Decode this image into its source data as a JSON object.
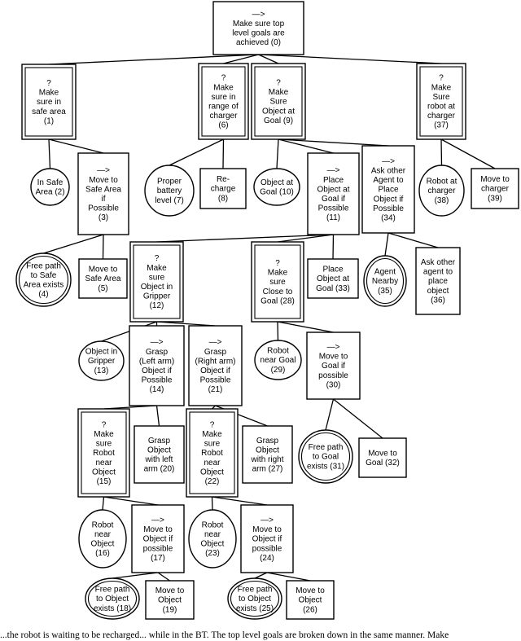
{
  "nodes": [
    {
      "id": "n0",
      "shape": "box",
      "lines": [
        "—>",
        "Make sure top",
        "level goals are",
        "achieved (0)"
      ]
    },
    {
      "id": "n1",
      "shape": "double-box",
      "lines": [
        "?",
        "Make",
        "sure in",
        "safe area",
        "(1)"
      ]
    },
    {
      "id": "n6",
      "shape": "double-box",
      "lines": [
        "?",
        "Make",
        "sure in",
        "range of",
        "charger",
        "(6)"
      ]
    },
    {
      "id": "n9",
      "shape": "double-box",
      "lines": [
        "?",
        "Make",
        "Sure",
        "Object at",
        "Goal (9)"
      ]
    },
    {
      "id": "n37",
      "shape": "double-box",
      "lines": [
        "?",
        "Make",
        "Sure",
        "robot at",
        "charger",
        "(37)"
      ]
    },
    {
      "id": "n2",
      "shape": "ellipse",
      "lines": [
        "In Safe",
        "Area (2)"
      ]
    },
    {
      "id": "n3",
      "shape": "box",
      "lines": [
        "—>",
        "Move to",
        "Safe Area",
        "if",
        "Possible",
        "(3)"
      ]
    },
    {
      "id": "n7",
      "shape": "ellipse",
      "lines": [
        "Proper",
        "battery",
        "level (7)"
      ]
    },
    {
      "id": "n8",
      "shape": "box",
      "lines": [
        "Re-",
        "charge",
        "(8)"
      ]
    },
    {
      "id": "n10",
      "shape": "ellipse",
      "lines": [
        "Object at",
        "Goal (10)"
      ]
    },
    {
      "id": "n11",
      "shape": "box",
      "lines": [
        "—>",
        "Place",
        "Object at",
        "Goal if",
        "Possible",
        "(11)"
      ]
    },
    {
      "id": "n34",
      "shape": "box",
      "lines": [
        "—>",
        "Ask other",
        "Agent to",
        "Place",
        "Object if",
        "Possible",
        "(34)"
      ]
    },
    {
      "id": "n38",
      "shape": "ellipse",
      "lines": [
        "Robot at",
        "charger",
        "(38)"
      ]
    },
    {
      "id": "n39",
      "shape": "box",
      "lines": [
        "Move to",
        "charger",
        "(39)"
      ]
    },
    {
      "id": "n4",
      "shape": "double-ellipse",
      "lines": [
        "Free path",
        "to Safe",
        "Area exists",
        "(4)"
      ]
    },
    {
      "id": "n5",
      "shape": "box",
      "lines": [
        "Move to",
        "Safe Area",
        "(5)"
      ]
    },
    {
      "id": "n12",
      "shape": "double-box",
      "lines": [
        "?",
        "Make",
        "sure",
        "Object in",
        "Gripper",
        "(12)"
      ]
    },
    {
      "id": "n28",
      "shape": "double-box",
      "lines": [
        "?",
        "Make",
        "sure",
        "Close to",
        "Goal (28)"
      ]
    },
    {
      "id": "n33",
      "shape": "box",
      "lines": [
        "Place",
        "Object at",
        "Goal (33)"
      ]
    },
    {
      "id": "n35",
      "shape": "double-ellipse",
      "lines": [
        "Agent",
        "Nearby",
        "(35)"
      ]
    },
    {
      "id": "n36",
      "shape": "box",
      "lines": [
        "Ask other",
        "agent to",
        "place",
        "object",
        "(36)"
      ]
    },
    {
      "id": "n13",
      "shape": "ellipse",
      "lines": [
        "Object in",
        "Gripper",
        "(13)"
      ]
    },
    {
      "id": "n14",
      "shape": "box",
      "lines": [
        "—>",
        "Grasp",
        "(Left arm)",
        "Object if",
        "Possible",
        "(14)"
      ]
    },
    {
      "id": "n21",
      "shape": "box",
      "lines": [
        "—>",
        "Grasp",
        "(Right arm)",
        "Object if",
        "Possible",
        "(21)"
      ]
    },
    {
      "id": "n29",
      "shape": "ellipse",
      "lines": [
        "Robot",
        "near Goal",
        "(29)"
      ]
    },
    {
      "id": "n30",
      "shape": "box",
      "lines": [
        "—>",
        "Move to",
        "Goal if",
        "possible",
        "(30)"
      ]
    },
    {
      "id": "n15",
      "shape": "double-box",
      "lines": [
        "?",
        "Make",
        "sure",
        "Robot",
        "near",
        "Object",
        "(15)"
      ]
    },
    {
      "id": "n20",
      "shape": "box",
      "lines": [
        "Grasp",
        "Object",
        "with left",
        "arm (20)"
      ]
    },
    {
      "id": "n22",
      "shape": "double-box",
      "lines": [
        "?",
        "Make",
        "sure",
        "Robot",
        "near",
        "Object",
        "(22)"
      ]
    },
    {
      "id": "n27",
      "shape": "box",
      "lines": [
        "Grasp",
        "Object",
        "with right",
        "arm (27)"
      ]
    },
    {
      "id": "n31",
      "shape": "double-ellipse",
      "lines": [
        "Free path",
        "to Goal",
        "exists (31)"
      ]
    },
    {
      "id": "n32",
      "shape": "box",
      "lines": [
        "Move to",
        "Goal (32)"
      ]
    },
    {
      "id": "n16",
      "shape": "ellipse",
      "lines": [
        "Robot",
        "near",
        "Object",
        "(16)"
      ]
    },
    {
      "id": "n17",
      "shape": "box",
      "lines": [
        "—>",
        "Move to",
        "Object if",
        "possible",
        "(17)"
      ]
    },
    {
      "id": "n23",
      "shape": "ellipse",
      "lines": [
        "Robot",
        "near",
        "Object",
        "(23)"
      ]
    },
    {
      "id": "n24",
      "shape": "box",
      "lines": [
        "—>",
        "Move to",
        "Object if",
        "possible",
        "(24)"
      ]
    },
    {
      "id": "n18",
      "shape": "double-ellipse",
      "lines": [
        "Free path",
        "to Object",
        "exists (18)"
      ]
    },
    {
      "id": "n19",
      "shape": "box",
      "lines": [
        "Move to",
        "Object",
        "(19)"
      ]
    },
    {
      "id": "n25",
      "shape": "double-ellipse",
      "lines": [
        "Free path",
        "to Object",
        "exists (25)"
      ]
    },
    {
      "id": "n26",
      "shape": "box",
      "lines": [
        "Move to",
        "Object",
        "(26)"
      ]
    }
  ],
  "edges": [
    [
      "n0",
      "n1"
    ],
    [
      "n0",
      "n6"
    ],
    [
      "n0",
      "n9"
    ],
    [
      "n0",
      "n37"
    ],
    [
      "n1",
      "n2"
    ],
    [
      "n1",
      "n3"
    ],
    [
      "n6",
      "n7"
    ],
    [
      "n6",
      "n8"
    ],
    [
      "n9",
      "n10"
    ],
    [
      "n9",
      "n11"
    ],
    [
      "n9",
      "n34"
    ],
    [
      "n37",
      "n38"
    ],
    [
      "n37",
      "n39"
    ],
    [
      "n3",
      "n4"
    ],
    [
      "n3",
      "n5"
    ],
    [
      "n11",
      "n12"
    ],
    [
      "n11",
      "n28"
    ],
    [
      "n11",
      "n33"
    ],
    [
      "n34",
      "n35"
    ],
    [
      "n34",
      "n36"
    ],
    [
      "n12",
      "n13"
    ],
    [
      "n12",
      "n14"
    ],
    [
      "n12",
      "n21"
    ],
    [
      "n28",
      "n29"
    ],
    [
      "n28",
      "n30"
    ],
    [
      "n14",
      "n15"
    ],
    [
      "n14",
      "n20"
    ],
    [
      "n21",
      "n22"
    ],
    [
      "n21",
      "n27"
    ],
    [
      "n30",
      "n31"
    ],
    [
      "n30",
      "n32"
    ],
    [
      "n15",
      "n16"
    ],
    [
      "n15",
      "n17"
    ],
    [
      "n22",
      "n23"
    ],
    [
      "n22",
      "n24"
    ],
    [
      "n17",
      "n18"
    ],
    [
      "n17",
      "n19"
    ],
    [
      "n24",
      "n25"
    ],
    [
      "n24",
      "n26"
    ]
  ],
  "caption": "...the robot is waiting to be recharged... while in the BT. The top level goals are broken down in the same manner. Make"
}
